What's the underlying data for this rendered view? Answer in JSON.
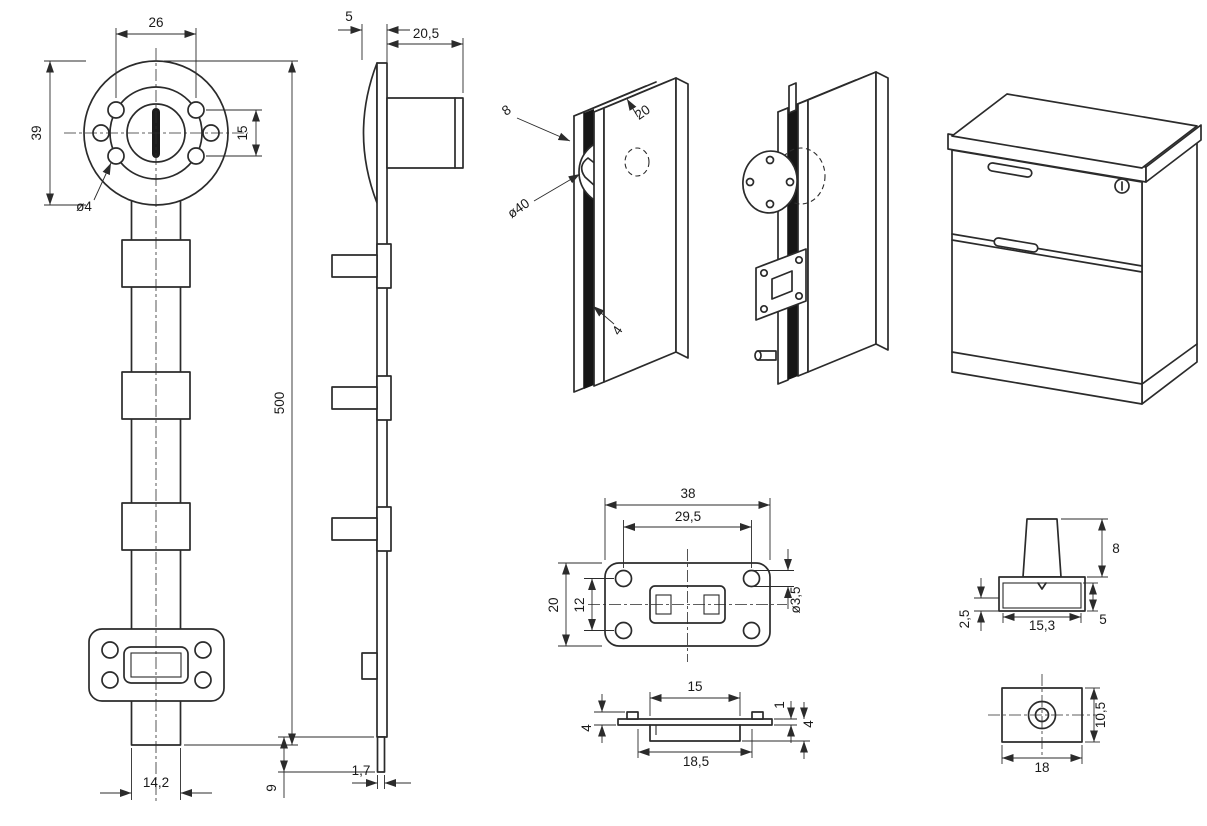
{
  "views": {
    "front": {
      "dims": {
        "width_top": "26",
        "flange_height": "39",
        "hole_pitch": "15",
        "hole_dia": "ø4",
        "total_length": "500",
        "rod_width": "14,2"
      }
    },
    "side": {
      "dims": {
        "flange_thickness": "5",
        "barrel_length": "20,5",
        "tongue_thickness": "1,7",
        "tongue_length": "9"
      }
    },
    "install_cam": {
      "dims": {
        "panel_thickness": "8",
        "edge_depth": "20",
        "cam_dia": "ø40",
        "gap": "4"
      }
    },
    "plate_top": {
      "dims": {
        "width": "38",
        "hole_span": "29,5",
        "height": "20",
        "hole_pitch": "12",
        "hole_dia": "ø3,5"
      }
    },
    "plate_side": {
      "dims": {
        "slot_width": "15",
        "flange_height": "4",
        "plate_thickness": "1",
        "bend_depth": "4",
        "span": "18,5"
      }
    },
    "guide": {
      "dims": {
        "stem_height": "8",
        "lip": "2,5",
        "width": "15,3",
        "inner_height": "5"
      }
    },
    "block": {
      "dims": {
        "width": "18",
        "height": "10,5"
      }
    }
  }
}
